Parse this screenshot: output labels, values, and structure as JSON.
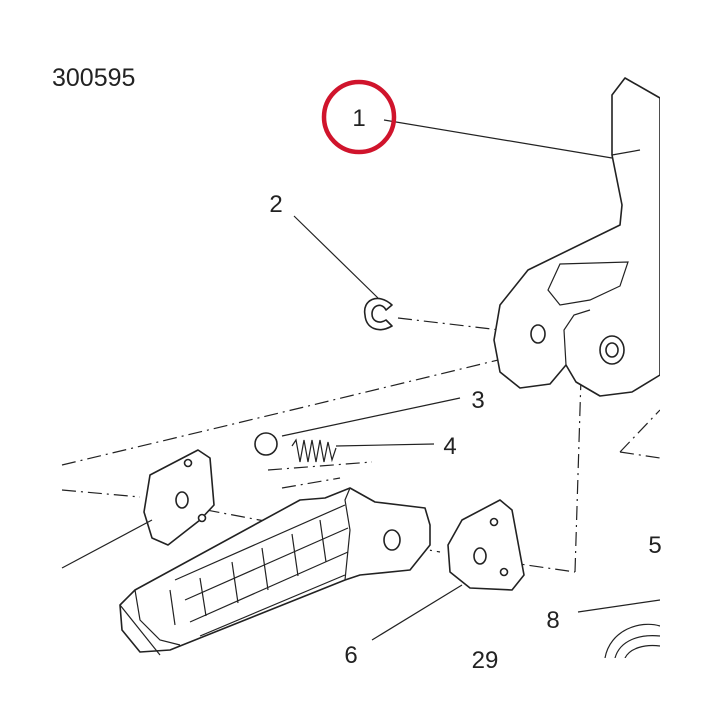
{
  "diagram": {
    "reference_code": "300595",
    "highlight_color": "#d0142c",
    "highlighted_callout": "1",
    "callouts": {
      "c1": "1",
      "c2": "2",
      "c3": "3",
      "c4": "4",
      "c5": "5",
      "c6": "6",
      "c8": "8",
      "c29": "29"
    },
    "parts": {
      "bracket": "footpeg-bracket",
      "clip": "retaining-clip",
      "ball": "detent-ball",
      "spring": "spring",
      "peg": "footpeg-rubber",
      "plate_left": "washer-plate",
      "plate_right": "washer-plate"
    }
  }
}
